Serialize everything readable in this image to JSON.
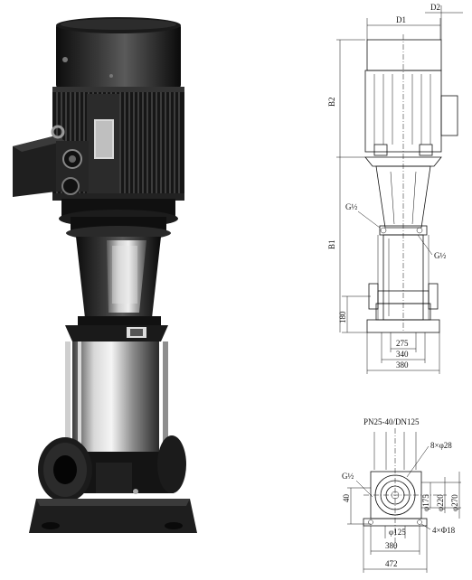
{
  "labels": {
    "d2": "D2",
    "d1": "D1",
    "b2": "B2",
    "b1": "B1",
    "h180": "180",
    "g_top_left": "G½",
    "g_top_right": "G½",
    "w275": "275",
    "w340": "340",
    "w380_top": "380",
    "flange_spec": "PN25-40/DN125",
    "bolt_holes": "8×φ28",
    "g_bottom_left": "G½",
    "h40": "40",
    "d175": "φ175",
    "d220": "φ220",
    "d270": "φ270",
    "d125": "φ125",
    "base_holes": "4×Φ18",
    "w380_bottom": "380",
    "w472": "472"
  }
}
